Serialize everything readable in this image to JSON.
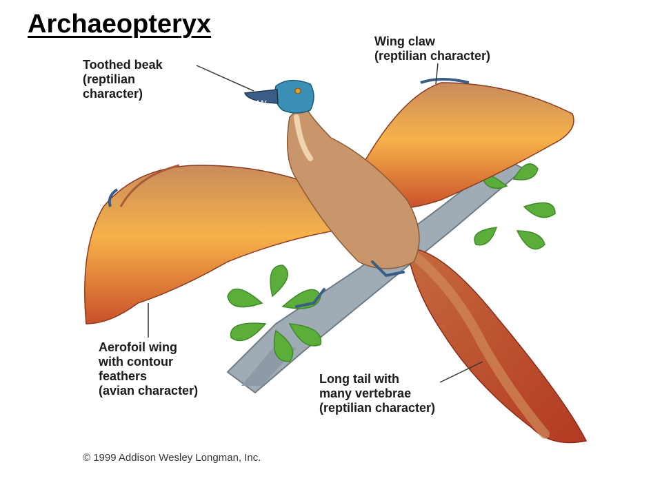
{
  "title": "Archaeopteryx",
  "labels": {
    "beak": "Toothed beak\n(reptilian\ncharacter)",
    "claw": "Wing claw\n(reptilian character)",
    "wing": "Aerofoil wing\nwith contour\nfeathers\n(avian character)",
    "tail": "Long tail with\nmany vertebrae\n(reptilian character)"
  },
  "copyright": "© 1999 Addison Wesley Longman, Inc.",
  "colors": {
    "body": "#c8966a",
    "feather_tip": "#f7b24a",
    "feather_base": "#b8452a",
    "head": "#3a8fb5",
    "branch": "#9aa6b0",
    "leaf": "#5cae3a"
  }
}
